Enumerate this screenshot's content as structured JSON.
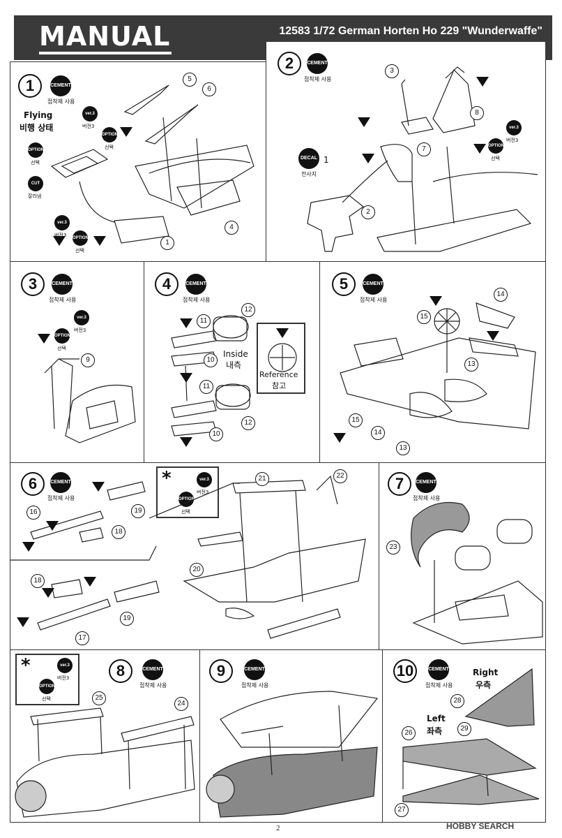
{
  "header": {
    "title": "MANUAL",
    "model": "12583 1/72 German Horten Ho 229 \"Wunderwaffe\""
  },
  "labels": {
    "cement": "CEMENT",
    "cement_kr": "접착제 사용",
    "option": "OPTION",
    "option_kr": "선택",
    "version": "ver.3",
    "version_kr": "버전3",
    "cut": "CUT",
    "cut_kr": "잘라냄",
    "decal": "DECAL",
    "decal_kr": "전사지",
    "flying": "Flying",
    "flying_kr": "비행 상태",
    "inside": "Inside",
    "inside_kr": "내측",
    "reference": "Reference",
    "reference_kr": "참고",
    "right": "Right",
    "right_kr": "우측",
    "left": "Left",
    "left_kr": "좌측",
    "star": "*"
  },
  "steps": {
    "s1": "1",
    "s2": "2",
    "s3": "3",
    "s4": "4",
    "s5": "5",
    "s6": "6",
    "s7": "7",
    "s8": "8",
    "s9": "9",
    "s10": "10"
  },
  "page_number": "2",
  "watermark": "HOBBY SEARCH"
}
